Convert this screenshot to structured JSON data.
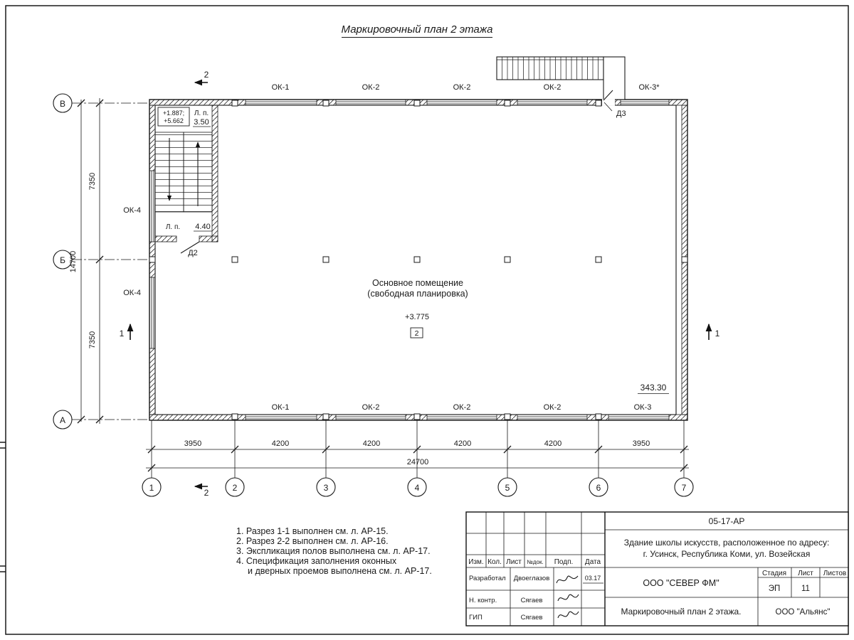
{
  "title": "Маркировочный план 2 этажа",
  "axes": {
    "rows": [
      "В",
      "Б",
      "А"
    ],
    "cols": [
      "1",
      "2",
      "3",
      "4",
      "5",
      "6",
      "7"
    ]
  },
  "dims": {
    "left": [
      "7350",
      "7350"
    ],
    "left_total": "14700",
    "bottom": [
      "3950",
      "4200",
      "4200",
      "4200",
      "4200",
      "3950"
    ],
    "bottom_total": "24700"
  },
  "windows": {
    "top": [
      "ОК-1",
      "ОК-2",
      "ОК-2",
      "ОК-2",
      "ОК-3*"
    ],
    "bottom": [
      "ОК-1",
      "ОК-2",
      "ОК-2",
      "ОК-2",
      "ОК-3"
    ],
    "left": [
      "ОК-4",
      "ОК-4"
    ]
  },
  "doors": {
    "d2": "Д2",
    "d3": "Д3"
  },
  "stair": {
    "elev1": "+1.887;",
    "elev2": "+5.662",
    "landing_label_top": "Л. п.",
    "landing_top": "3.50",
    "landing_label_bottom": "Л. п.",
    "landing_bottom": "4.40"
  },
  "room": {
    "line1": "Основное помещение",
    "line2": "(свободная планировка)",
    "elev": "+3.775",
    "num": "2",
    "area": "343.30"
  },
  "sections": {
    "one": "1",
    "two": "2"
  },
  "notes": [
    "1. Разрез 1-1 выполнен см. л. АР-15.",
    "2. Разрез 2-2 выполнен см. л. АР-16.",
    "3. Экспликация полов выполнена см. л. АР-17.",
    "4. Спецификация заполнения оконных",
    "и дверных проемов выполнена см. л. АР-17."
  ],
  "tb": {
    "code": "05-17-АР",
    "proj1": "Здание школы искусств, расположенное по адресу:",
    "proj2": "г. Усинск, Республика Коми, ул. Возейская",
    "h": [
      "Изм.",
      "Кол.",
      "Лист",
      "№док.",
      "Подп.",
      "Дата"
    ],
    "roles": [
      "Разработал",
      "Н. контр.",
      "ГИП"
    ],
    "names": [
      "Двоеглазов",
      "Сягаев",
      "Сягаев"
    ],
    "date1": "03.17",
    "company": "ООО \"СЕВЕР ФМ\"",
    "stage_h": "Стадия",
    "sheet_h": "Лист",
    "sheets_h": "Листов",
    "stage": "ЭП",
    "sheet": "11",
    "dwg": "Маркировочный план 2 этажа.",
    "company2": "ООО \"Альянс\""
  }
}
